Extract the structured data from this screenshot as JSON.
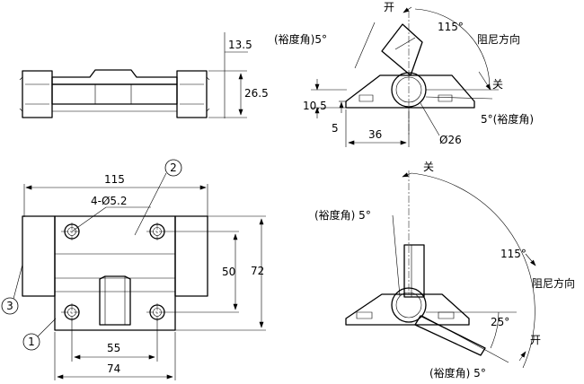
{
  "dimensions": {
    "top_view": {
      "thickness": "13.5",
      "height": "26.5"
    },
    "plan_view": {
      "overall_width": "115",
      "holes": "4-Ø5.2",
      "hole_pitch_vertical": "50",
      "overall_height": "72",
      "hole_pitch_horizontal": "55",
      "base_width": "74"
    },
    "side_top": {
      "clearance_left": "(裕度角)5°",
      "open_label": "开",
      "open_angle": "115°",
      "rotation_direction": "阻尼方向",
      "close_label": "关",
      "clearance_right": "5°(裕度角)",
      "height": "10.5",
      "base_thickness": "5",
      "width": "36",
      "diameter": "Ø26"
    },
    "side_bottom": {
      "close_label": "关",
      "clearance_top": "(裕度角) 5°",
      "open_angle": "115°",
      "rotation_direction": "阻尼方向",
      "small_angle": "25°",
      "open_label": "开",
      "clearance_bottom": "(裕度角) 5°"
    }
  },
  "balloons": [
    "1",
    "2",
    "3"
  ]
}
